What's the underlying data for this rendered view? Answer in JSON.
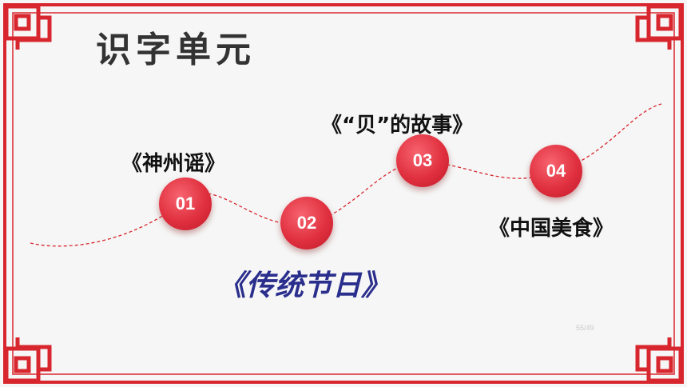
{
  "slide": {
    "title": "识字单元",
    "page_number": "55/49",
    "accent_color": "#e0303f",
    "frame_color": "#d8262e",
    "highlight_color": "#2a2e8c"
  },
  "timeline": {
    "nodes": [
      {
        "number": "01",
        "label": "《神州谣》"
      },
      {
        "number": "02",
        "label": "《传统节日》"
      },
      {
        "number": "03",
        "label": "《“贝”的故事》"
      },
      {
        "number": "04",
        "label": "《中国美食》"
      }
    ]
  }
}
